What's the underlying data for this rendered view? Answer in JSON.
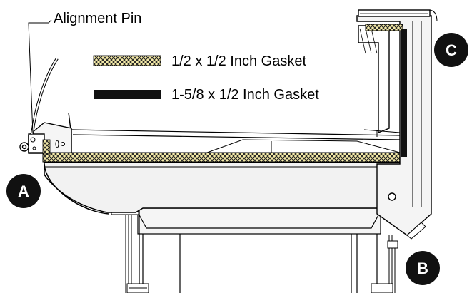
{
  "labels": {
    "alignment_pin": "Alignment Pin"
  },
  "legend": {
    "items": [
      {
        "label": "1/2 x 1/2 Inch Gasket",
        "pattern": "crosshatch"
      },
      {
        "label": "1-5/8 x 1/2 Inch Gasket",
        "pattern": "solid"
      }
    ]
  },
  "callouts": {
    "a": "A",
    "b": "B",
    "c": "C"
  },
  "colors": {
    "gasket_fill": "#f4eaa8",
    "gasket_hatch": "#222222",
    "solid_gasket": "#111111",
    "body_fill": "#f2f2f2",
    "line": "#000000",
    "badge": "#111111"
  }
}
